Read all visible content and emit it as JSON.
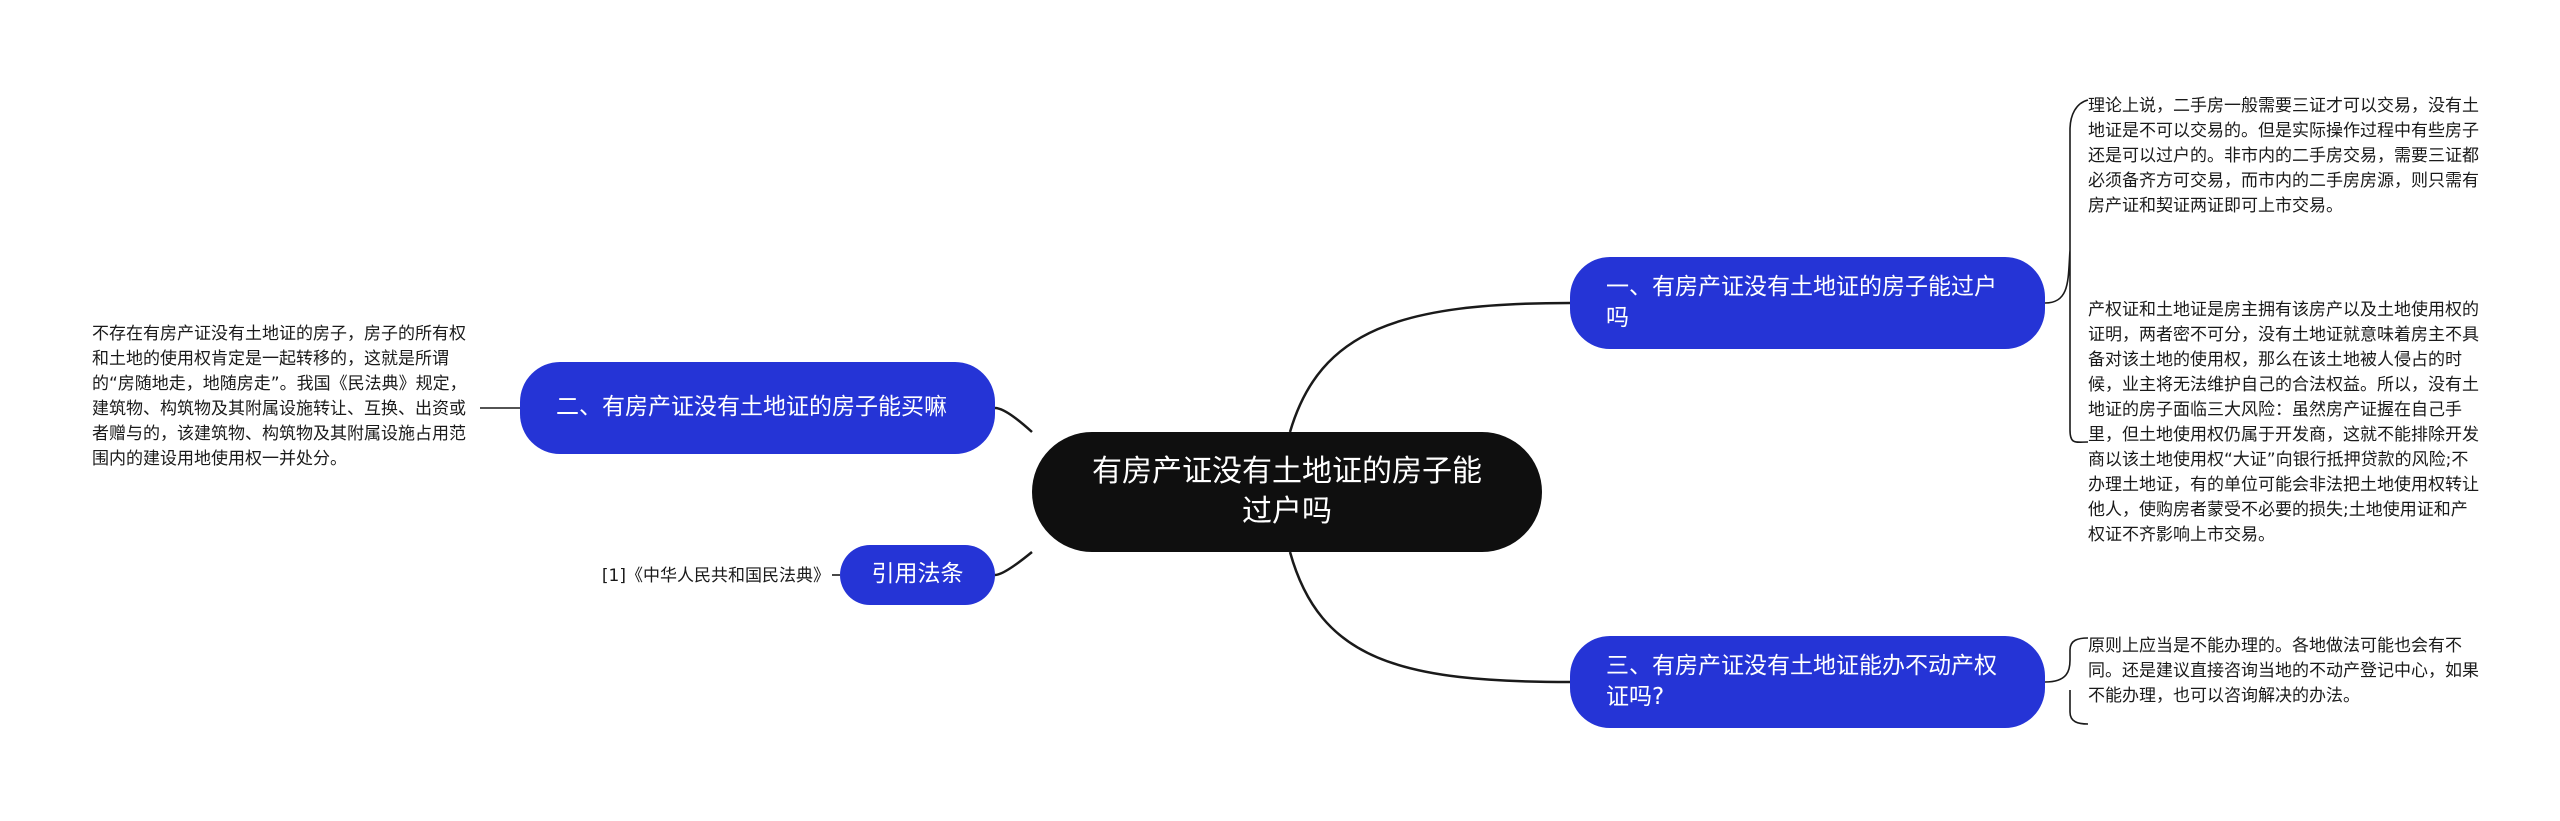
{
  "mindmap": {
    "root": {
      "text": "有房产证没有土地证的房子能过户吗"
    },
    "branches": [
      {
        "text": "一、有房产证没有土地证的房子能过户吗",
        "leaves": [
          "理论上说，二手房一般需要三证才可以交易，没有土地证是不可以交易的。但是实际操作过程中有些房子还是可以过户的。非市内的二手房交易，需要三证都必须备齐方可交易，而市内的二手房房源，则只需有房产证和契证两证即可上市交易。",
          "产权证和土地证是房主拥有该房产以及土地使用权的证明，两者密不可分，没有土地证就意味着房主不具备对该土地的使用权，那么在该土地被人侵占的时候，业主将无法维护自己的合法权益。所以，没有土地证的房子面临三大风险：虽然房产证握在自己手里，但土地使用权仍属于开发商，这就不能排除开发商以该土地使用权“大证”向银行抵押贷款的风险;不办理土地证，有的单位可能会非法把土地使用权转让他人，使购房者蒙受不必要的损失;土地使用证和产权证不齐影响上市交易。"
        ]
      },
      {
        "text": "二、有房产证没有土地证的房子能买嘛",
        "leaves": [
          "不存在有房产证没有土地证的房子，房子的所有权和土地的使用权肯定是一起转移的，这就是所谓的“房随地走，地随房走”。我国《民法典》规定，建筑物、构筑物及其附属设施转让、互换、出资或者赠与的，该建筑物、构筑物及其附属设施占用范围内的建设用地使用权一并处分。"
        ]
      },
      {
        "text": "引用法条",
        "leaves": [
          "[1]《中华人民共和国民法典》"
        ]
      },
      {
        "text": "三、有房产证没有土地证能办不动产权证吗?",
        "leaves": [
          "原则上应当是不能办理的。各地做法可能也会有不同。还是建议直接咨询当地的不动产登记中心，如果不能办理，也可以咨询解决的办法。"
        ]
      }
    ]
  },
  "colors": {
    "root_bg": "#0f0f0f",
    "branch_bg": "#2534d6",
    "line": "#1a1a1a",
    "text_dark": "#1a1a1a"
  }
}
